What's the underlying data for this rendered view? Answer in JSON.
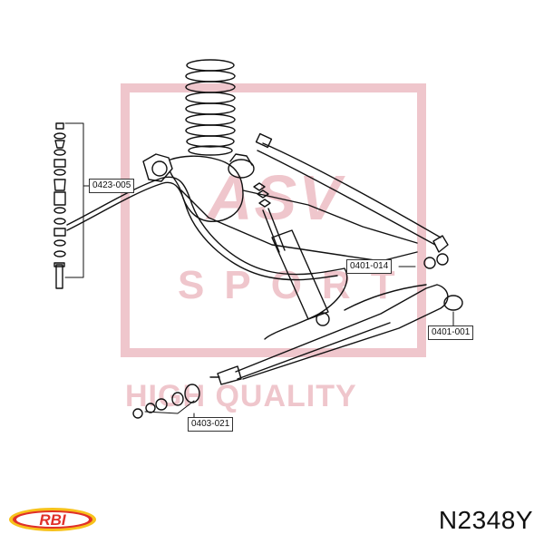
{
  "watermark": {
    "brand": "ASV",
    "sub": "SPORT",
    "tagline": "HIGH QUALITY",
    "color": "#e8b4bc"
  },
  "callouts": [
    {
      "id": "c1",
      "label": "0423-005"
    },
    {
      "id": "c2",
      "label": "0401-014"
    },
    {
      "id": "c3",
      "label": "0401-001"
    },
    {
      "id": "c4",
      "label": "0403-021"
    }
  ],
  "logo": {
    "text": "RBI",
    "colors": {
      "outer": "#e0302a",
      "ring": "#f7c21b",
      "text": "#e0302a"
    },
    "icon": "rbi-logo"
  },
  "part_number": "N2348Y"
}
